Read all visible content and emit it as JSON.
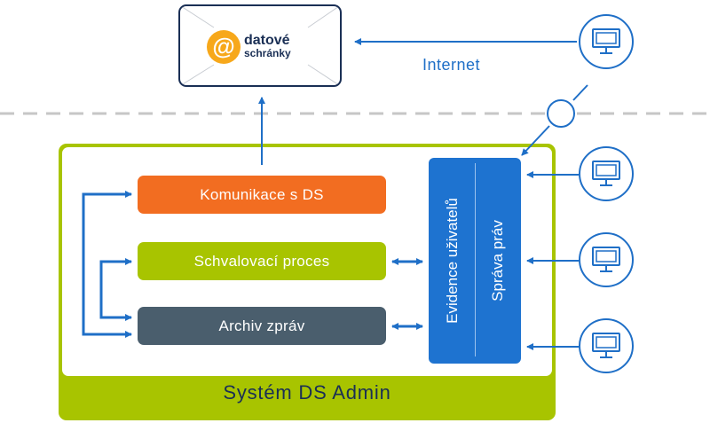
{
  "datove_schranky": {
    "logo_word1": "datové",
    "logo_word2": "schránky"
  },
  "internet_label": "Internet",
  "system": {
    "title": "Systém DS Admin",
    "modules": [
      {
        "label": "Komunikace s DS"
      },
      {
        "label": "Schvalovací proces"
      },
      {
        "label": "Archiv zpráv"
      }
    ],
    "user_panel": {
      "line1": "Evidence uživatelů",
      "line2": "Správa práv"
    }
  },
  "colors": {
    "blue": "#1f6fc7",
    "orange": "#f26d21",
    "lime": "#a8c400",
    "slate": "#4a5e6d",
    "panel_blue": "#1e73d0",
    "dashed": "#c6c6c6"
  },
  "icons": [
    "monitor-icon",
    "at-logo-icon"
  ]
}
